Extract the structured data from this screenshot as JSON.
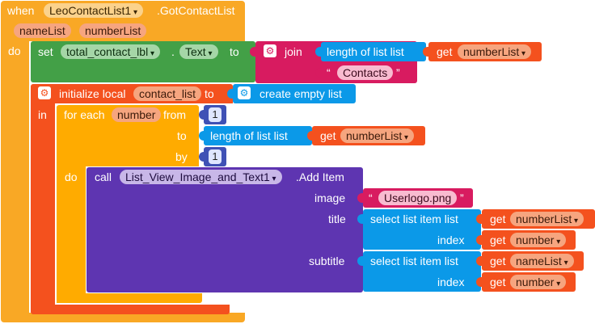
{
  "event": {
    "when": "when",
    "component": "LeoContactList1",
    "event_name": ".GotContactList",
    "params": [
      "nameList",
      "numberList"
    ],
    "do": "do"
  },
  "set_block": {
    "set": "set",
    "component": "total_contact_lbl",
    "dot": ".",
    "property": "Text",
    "to": "to"
  },
  "join": {
    "label": "join",
    "length_label": "length of list  list",
    "get": "get",
    "var": "numberList",
    "text_open": "“",
    "text_value": "Contacts",
    "text_close": "”"
  },
  "init_local": {
    "label": "initialize local",
    "name": "contact_list",
    "to": "to",
    "value": "create empty list",
    "in": "in"
  },
  "foreach": {
    "label": "for each",
    "var": "number",
    "from": "from",
    "from_value": "1",
    "to": "to",
    "to_length": "length of list  list",
    "to_get": "get",
    "to_var": "numberList",
    "by": "by",
    "by_value": "1",
    "do": "do"
  },
  "call": {
    "call": "call",
    "component": "List_View_Image_and_Text1",
    "method": ".Add Item",
    "image_label": "image",
    "image_value": "Userlogo.png",
    "title_label": "title",
    "subtitle_label": "subtitle",
    "select_label": "select list item  list",
    "index_label": "index",
    "get": "get",
    "title_list": "numberList",
    "title_index": "number",
    "subtitle_list": "nameList",
    "subtitle_index": "number"
  },
  "colors": {
    "event": "#f9a825",
    "variables": "#f4511e",
    "components": "#5e35b1",
    "component_setter": "#43a047",
    "text": "#d81b60",
    "lists": "#0b99e8",
    "control": "#ffab00",
    "math": "#3f51b5"
  }
}
